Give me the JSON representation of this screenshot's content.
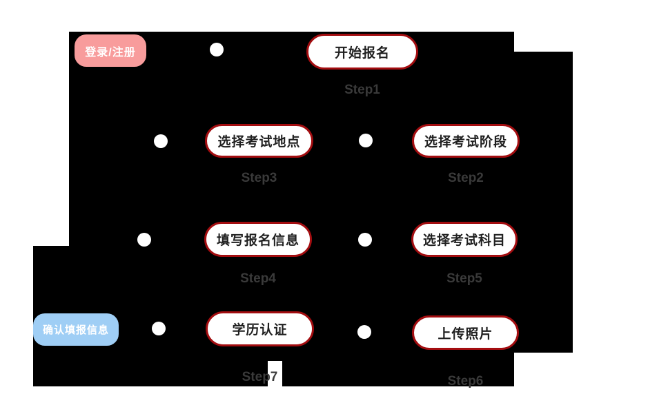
{
  "colors": {
    "background": "#ffffff",
    "blob": "#000000",
    "badge_pink": "#f89c9c",
    "badge_blue": "#9fcef5",
    "badge_text": "#ffffff",
    "button_bg": "#ffffff",
    "button_border": "#a30d10",
    "button_text": "#1f1f1f",
    "step_text": "#3a3a3a",
    "dot": "#ffffff"
  },
  "badges": {
    "login": {
      "label": "登录/注册"
    },
    "confirm": {
      "label": "确认填报信息"
    }
  },
  "steps": [
    {
      "id": "step1",
      "label": "开始报名",
      "step": "Step1"
    },
    {
      "id": "step2",
      "label": "选择考试阶段",
      "step": "Step2"
    },
    {
      "id": "step3",
      "label": "选择考试地点",
      "step": "Step3"
    },
    {
      "id": "step4",
      "label": "填写报名信息",
      "step": "Step4"
    },
    {
      "id": "step5",
      "label": "选择考试科目",
      "step": "Step5"
    },
    {
      "id": "step6",
      "label": "上传照片",
      "step": "Step6"
    },
    {
      "id": "step7",
      "label": "学历认证",
      "step": "Step7"
    }
  ]
}
